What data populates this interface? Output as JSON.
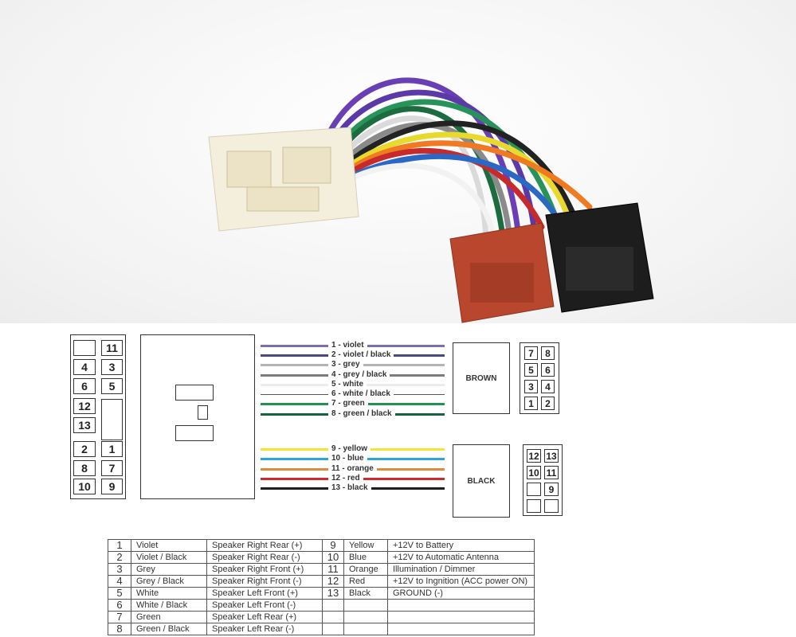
{
  "photo": {
    "colors": {
      "cream": "#f4efdd",
      "brown": "#b9472d",
      "black": "#1d1d1d"
    }
  },
  "iso_pins": {
    "left_column": [
      "",
      "4",
      "6",
      "12",
      "13",
      "2",
      "8",
      "10"
    ],
    "right_column": [
      "11",
      "3",
      "5",
      "",
      "",
      "1",
      "7",
      "9"
    ]
  },
  "wires": [
    {
      "label": "1 - violet",
      "color": "#7a6fb0"
    },
    {
      "label": "2 - violet / black",
      "color": "#4a4a7a"
    },
    {
      "label": "3 - grey",
      "color": "#b4b4b4"
    },
    {
      "label": "4 - grey / black",
      "color": "#7c7c7c"
    },
    {
      "label": "5 - white",
      "color": "#ececec"
    },
    {
      "label": "6 - white / black",
      "color": "#555555"
    },
    {
      "label": "7 - green",
      "color": "#22934f"
    },
    {
      "label": "8 - green / black",
      "color": "#16643b"
    },
    {
      "label": "9 - yellow",
      "color": "#f2e536"
    },
    {
      "label": "10 - blue",
      "color": "#2aa7d8"
    },
    {
      "label": "11 - orange",
      "color": "#e08a3c"
    },
    {
      "label": "12 - red",
      "color": "#cf2b2b"
    },
    {
      "label": "13 - black",
      "color": "#1e1e1e"
    }
  ],
  "brown_connector": {
    "label": "BROWN",
    "pins": [
      [
        "7",
        "8"
      ],
      [
        "5",
        "6"
      ],
      [
        "3",
        "4"
      ],
      [
        "1",
        "2"
      ]
    ]
  },
  "black_connector": {
    "label": "BLACK",
    "pins": [
      [
        "12",
        "13"
      ],
      [
        "10",
        "11"
      ],
      [
        "",
        "9"
      ],
      [
        "",
        ""
      ]
    ]
  },
  "table": {
    "rows": [
      [
        "1",
        "Violet",
        "Speaker Right Rear (+)",
        "9",
        "Yellow",
        "+12V to Battery"
      ],
      [
        "2",
        "Violet / Black",
        "Speaker Right Rear (-)",
        "10",
        "Blue",
        "+12V to Automatic Antenna"
      ],
      [
        "3",
        "Grey",
        "Speaker Right Front (+)",
        "11",
        "Orange",
        "Illumination / Dimmer"
      ],
      [
        "4",
        "Grey / Black",
        "Speaker Right Front (-)",
        "12",
        "Red",
        "+12V to Ingnition (ACC power ON)"
      ],
      [
        "5",
        "White",
        "Speaker Left Front (+)",
        "13",
        "Black",
        "GROUND (-)"
      ],
      [
        "6",
        "White / Black",
        "Speaker Left Front (-)",
        "",
        "",
        ""
      ],
      [
        "7",
        "Green",
        "Speaker Left Rear (+)",
        "",
        "",
        ""
      ],
      [
        "8",
        "Green / Black",
        "Speaker Left Rear (-)",
        "",
        "",
        ""
      ]
    ]
  }
}
